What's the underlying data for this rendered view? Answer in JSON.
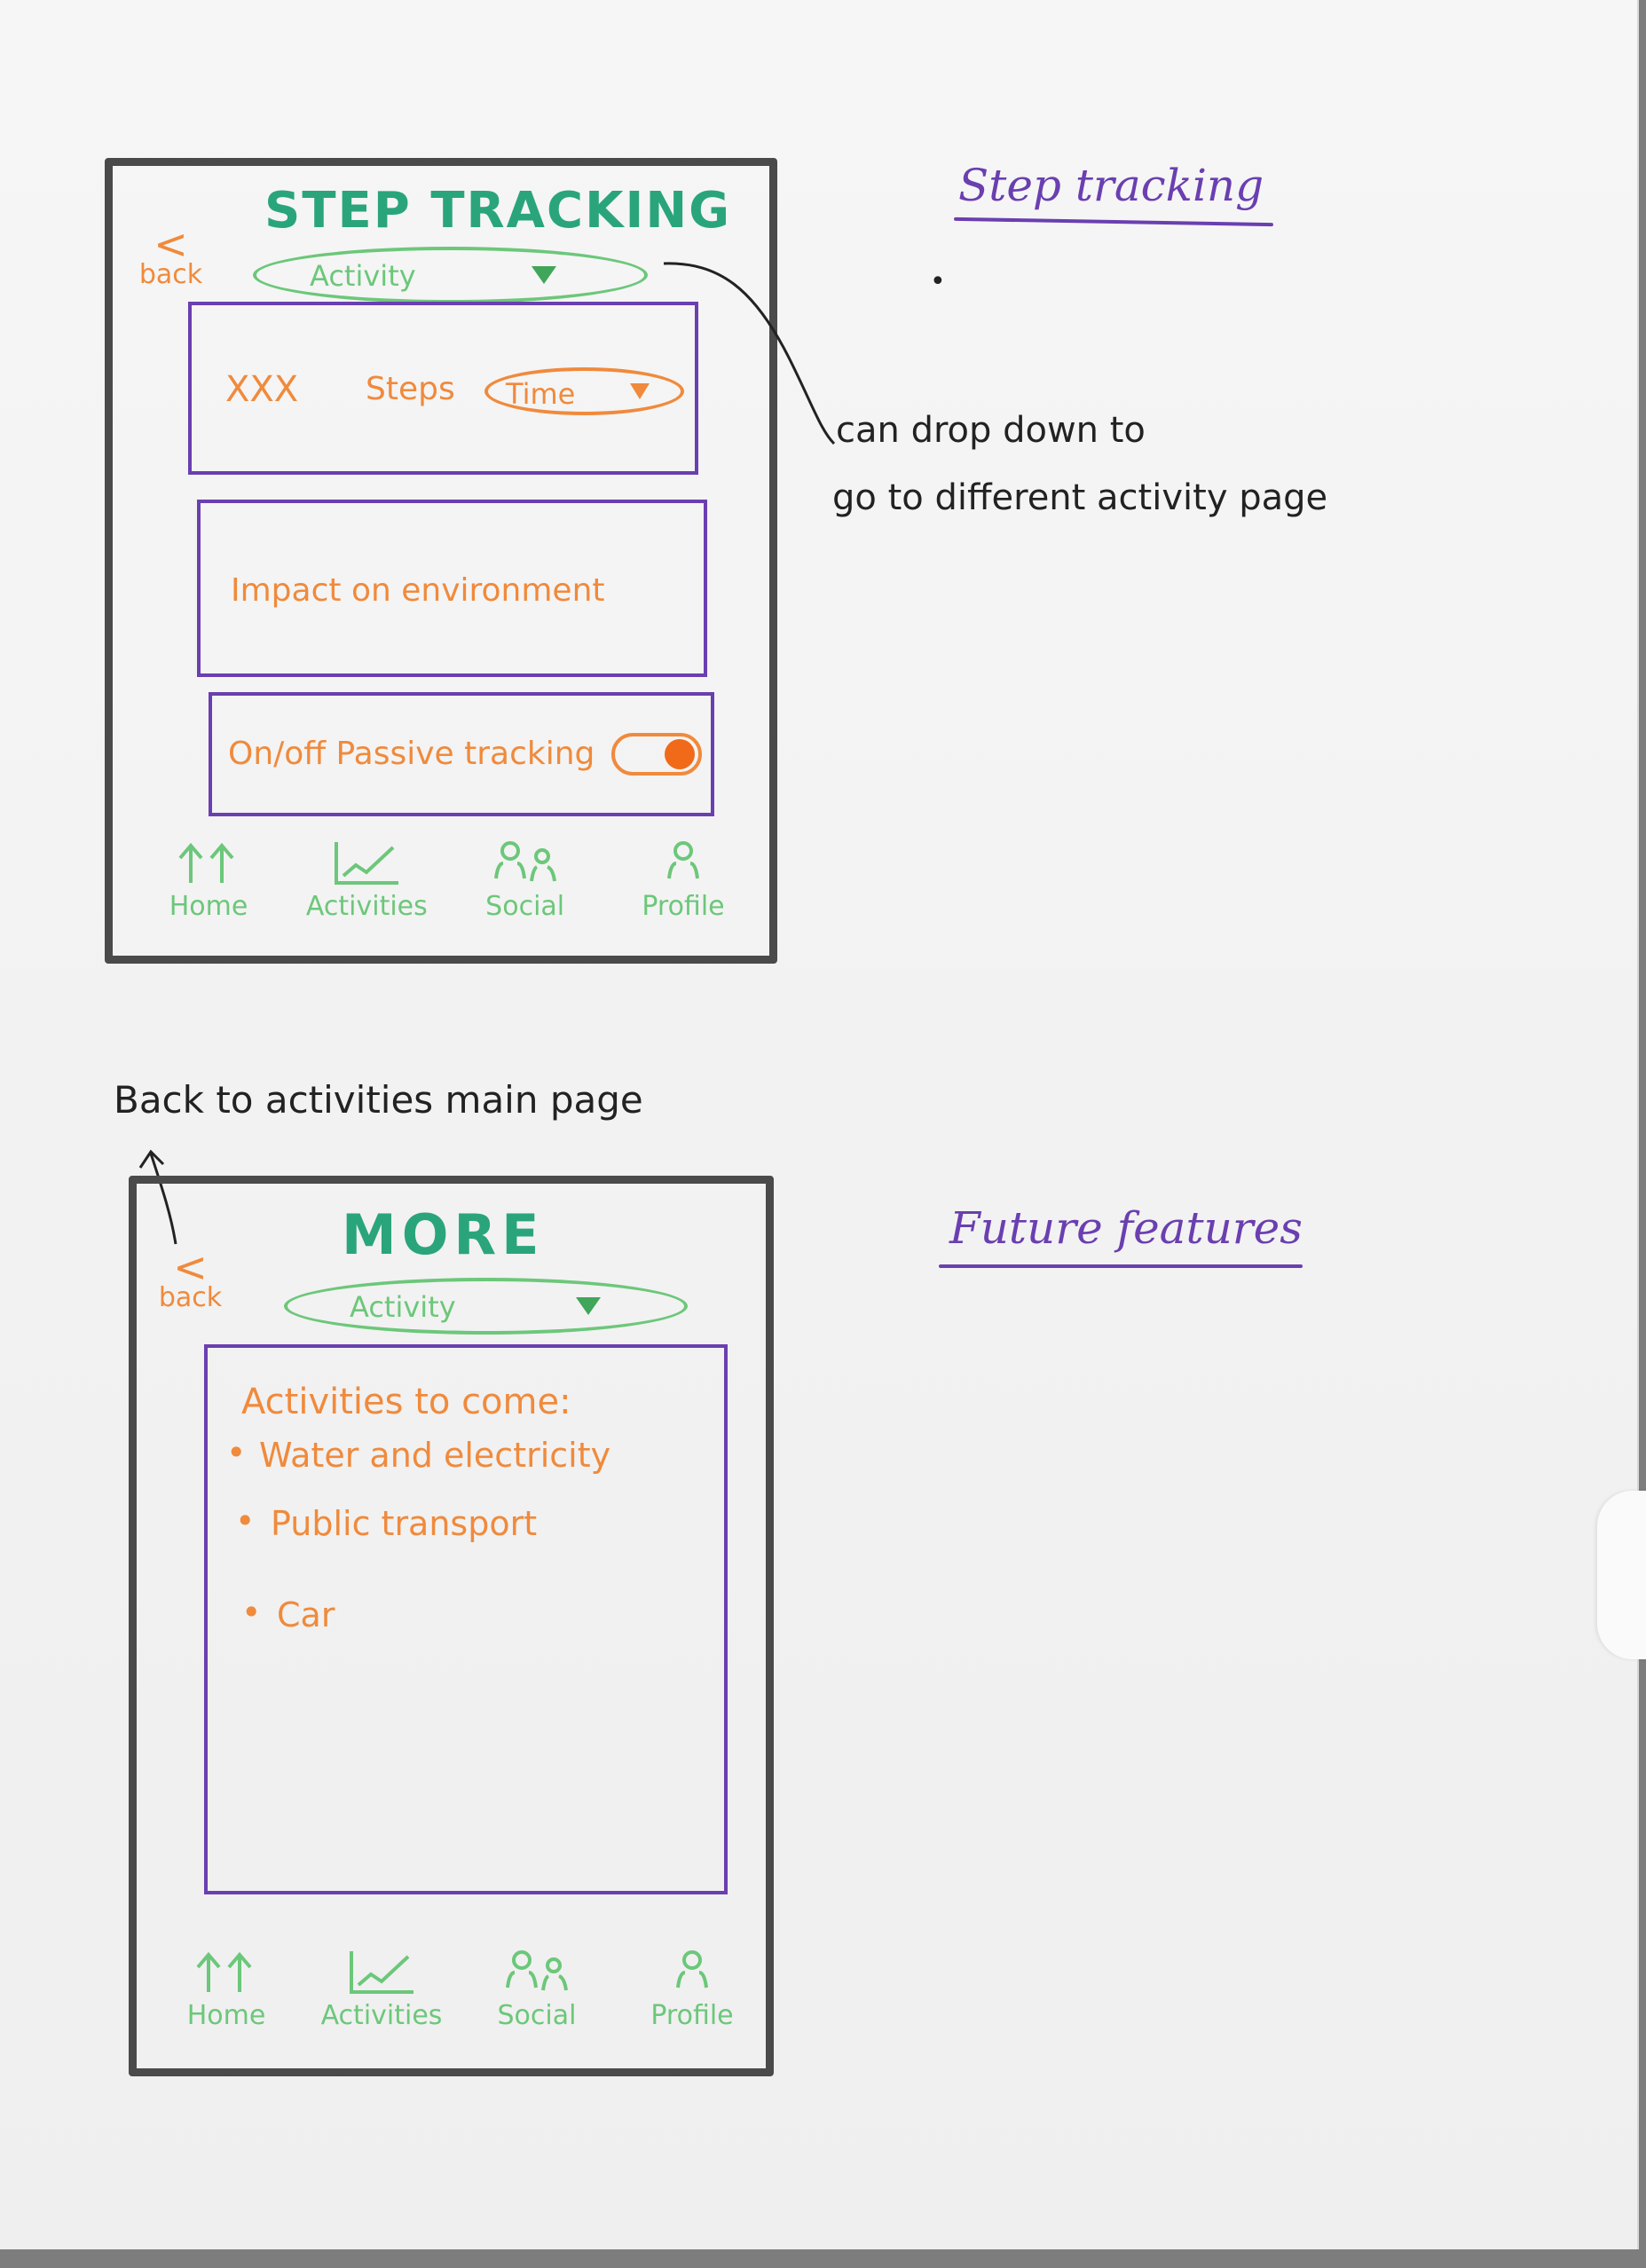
{
  "screen1": {
    "title": "STEP TRACKING",
    "back": {
      "chevron": "<",
      "label": "back"
    },
    "activity_dropdown": {
      "label": "Activity",
      "icon": "triangle-down-icon"
    },
    "steps_card": {
      "count": "XXX",
      "unit": "Steps",
      "time_dropdown": "Time"
    },
    "impact_card": {
      "label": "Impact on environment"
    },
    "tracking_card": {
      "label": "On/off Passive tracking",
      "toggle_on": true
    },
    "nav": [
      {
        "label": "Home",
        "icon": "home-arrows-icon"
      },
      {
        "label": "Activities",
        "icon": "chart-icon"
      },
      {
        "label": "Social",
        "icon": "people-icon"
      },
      {
        "label": "Profile",
        "icon": "person-icon"
      }
    ]
  },
  "screen2": {
    "title": "MORE",
    "back": {
      "chevron": "<",
      "label": "back"
    },
    "activity_dropdown": {
      "label": "Activity",
      "icon": "triangle-down-icon"
    },
    "list": {
      "heading": "Activities to come:",
      "items": [
        "Water and electricity",
        "Public transport",
        "Car"
      ],
      "bullet": "•"
    },
    "nav": [
      {
        "label": "Home",
        "icon": "home-arrows-icon"
      },
      {
        "label": "Activities",
        "icon": "chart-icon"
      },
      {
        "label": "Social",
        "icon": "people-icon"
      },
      {
        "label": "Profile",
        "icon": "person-icon"
      }
    ]
  },
  "annotations": {
    "step_tracking": "Step tracking",
    "dot": "•",
    "dropdown_note_line1": "can drop down to",
    "dropdown_note_line2": "go to different activity page",
    "back_note": "Back to activities main page",
    "future_features": "Future features"
  },
  "colors": {
    "title": "#2aa57b",
    "accent_green": "#6cc77a",
    "orange": "#f08a3c",
    "purple": "#6a3fb0",
    "frame": "#4a4a4a"
  }
}
